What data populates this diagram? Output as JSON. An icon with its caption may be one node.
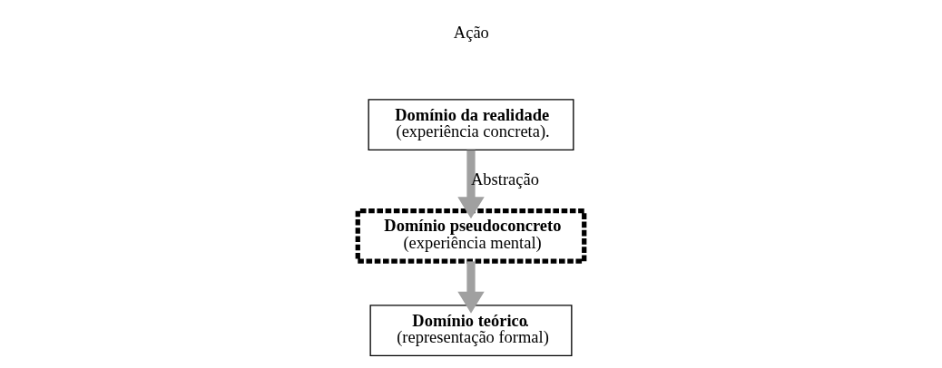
{
  "diagram": {
    "nodes": [
      {
        "text": [
          "Domínio da realidade",
          "(experiência concreta)."
        ]
      },
      {
        "text": [
          "Domínio pseudoconcreto",
          "(experiência mental)"
        ]
      },
      {
        "text": [
          "**Domínio teórico**.",
          "(representação formal)"
        ]
      }
    ],
    "edges": [
      {
        "from": 0,
        "to": 1,
        "arrow": "to",
        "label": "Abstração"
      },
      {
        "from": 1,
        "to": 2,
        "arrow": "to"
      }
    ],
    "labels": [
      "Ação"
    ]
  }
}
